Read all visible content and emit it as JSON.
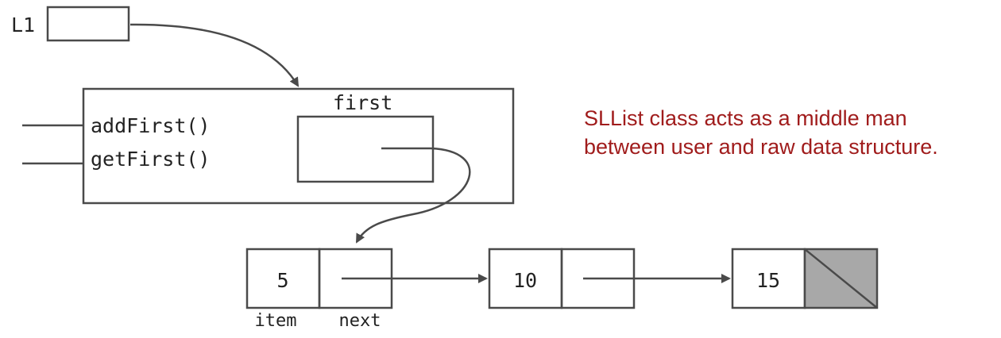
{
  "variable": {
    "label": "L1"
  },
  "sllist": {
    "field_label": "first",
    "methods": [
      "addFirst()",
      "getFirst()"
    ]
  },
  "nodes": [
    {
      "item": "5",
      "null_next": false
    },
    {
      "item": "10",
      "null_next": false
    },
    {
      "item": "15",
      "null_next": true
    }
  ],
  "node_labels": {
    "item": "item",
    "next": "next"
  },
  "note": {
    "lines": [
      "SLList class acts as a middle man",
      "between user and raw data structure."
    ]
  },
  "colors": {
    "stroke": "#4a4a4a",
    "note": "#a01c1c",
    "null_fill": "#a8a8a8"
  }
}
